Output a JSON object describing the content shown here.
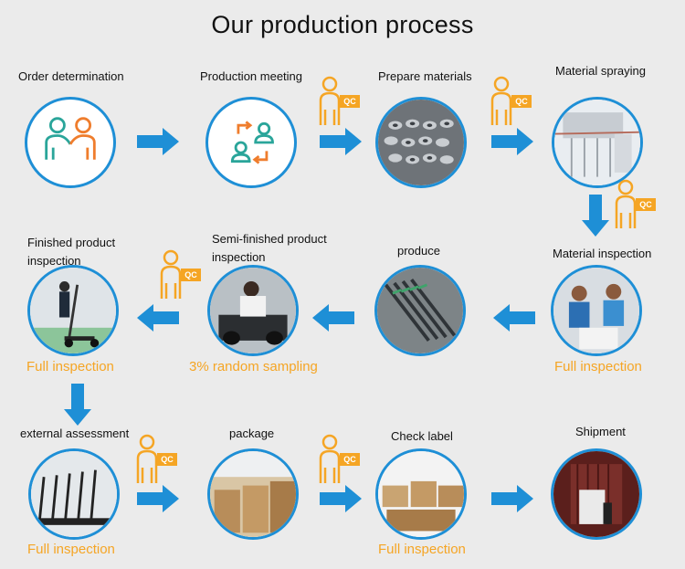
{
  "title": "Our production process",
  "qc_label": "QC",
  "steps": [
    {
      "label": "Order determination",
      "icon": "handshake-icon"
    },
    {
      "label": "Production meeting",
      "icon": "meeting-icon"
    },
    {
      "label": "Prepare materials",
      "icon": "materials-photo"
    },
    {
      "label": "Material spraying",
      "icon": "spraying-photo"
    },
    {
      "label": "Material inspection",
      "icon": "inspection-photo",
      "note": "Full inspection"
    },
    {
      "label": "produce",
      "icon": "production-line-photo"
    },
    {
      "label": "Semi-finished product\ninspection",
      "icon": "worker-photo",
      "note": "3% random sampling"
    },
    {
      "label": "Finished product\ninspection",
      "icon": "scooter-photo",
      "note": "Full inspection"
    },
    {
      "label": "external assessment",
      "icon": "scooter-rows-photo",
      "note": "Full inspection"
    },
    {
      "label": "package",
      "icon": "boxes-photo"
    },
    {
      "label": "Check label",
      "icon": "labelled-boxes-photo",
      "note": "Full inspection"
    },
    {
      "label": "Shipment",
      "icon": "container-photo"
    }
  ],
  "colors": {
    "arrow": "#1e8fd6",
    "accent": "#f5a524",
    "qc_person": "#f5a524"
  }
}
